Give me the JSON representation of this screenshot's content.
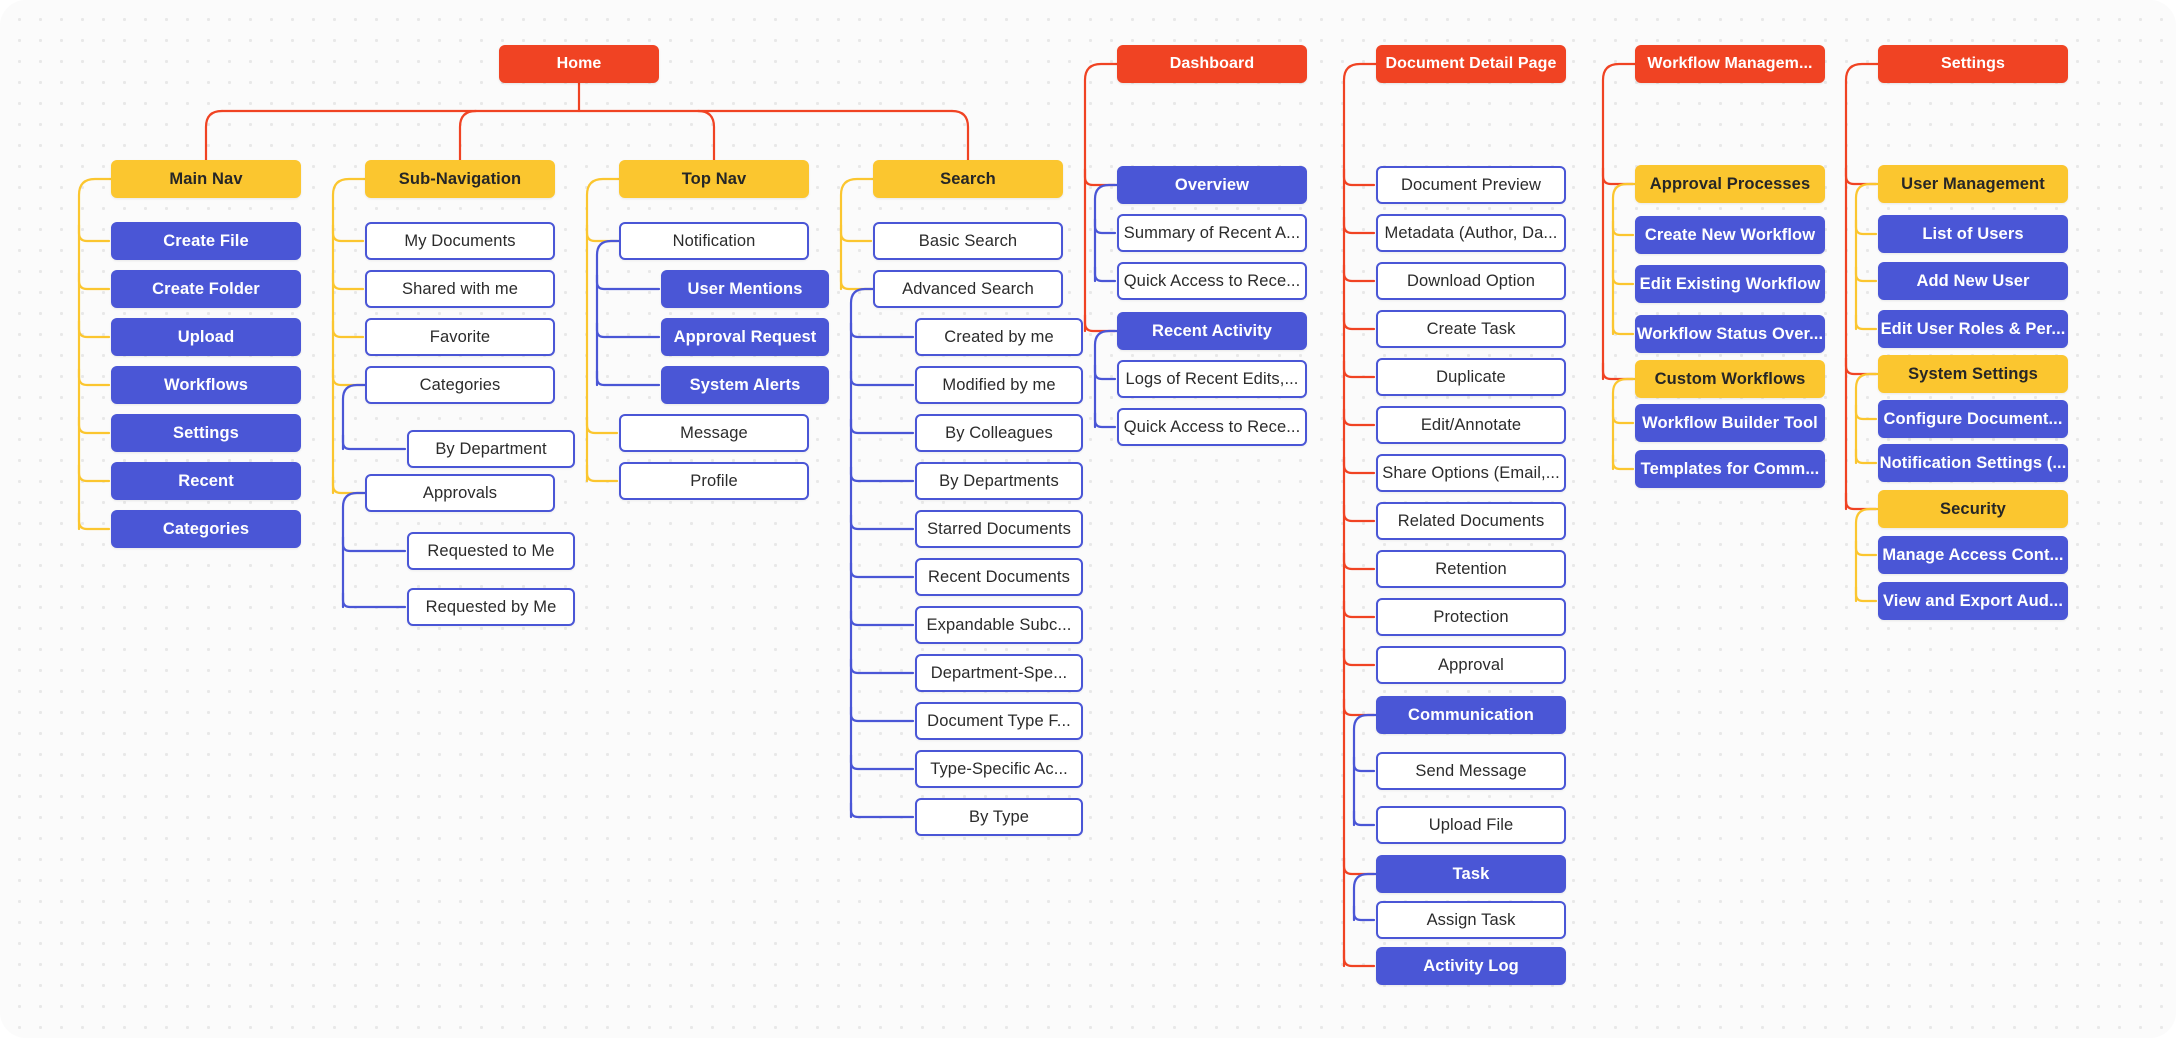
{
  "colors": {
    "root": "#f04323",
    "yellow": "#fbc62f",
    "blue": "#4a56d6",
    "white": "#ffffff",
    "edge_red": "#f04323",
    "edge_yellow": "#fbc62f",
    "edge_blue": "#4a56d6",
    "canvas": "#fbfbfb"
  },
  "root": {
    "label": "Home"
  },
  "columns": [
    {
      "id": "main-nav",
      "header": {
        "label": "Main Nav",
        "style": "yellow"
      },
      "items": [
        {
          "label": "Create File",
          "style": "blue"
        },
        {
          "label": "Create Folder",
          "style": "blue"
        },
        {
          "label": "Upload",
          "style": "blue"
        },
        {
          "label": "Workflows",
          "style": "blue"
        },
        {
          "label": "Settings",
          "style": "blue"
        },
        {
          "label": "Recent",
          "style": "blue"
        },
        {
          "label": "Categories",
          "style": "blue"
        }
      ]
    },
    {
      "id": "sub-navigation",
      "header": {
        "label": "Sub-Navigation",
        "style": "yellow"
      },
      "items": [
        {
          "label": "My Documents",
          "style": "white"
        },
        {
          "label": "Shared with me",
          "style": "white"
        },
        {
          "label": "Favorite",
          "style": "white"
        },
        {
          "label": "Categories",
          "style": "white"
        },
        {
          "label": "By Department",
          "style": "white",
          "indent": 1
        },
        {
          "label": "Approvals",
          "style": "white"
        },
        {
          "label": "Requested to Me",
          "style": "white",
          "indent": 1
        },
        {
          "label": "Requested by Me",
          "style": "white",
          "indent": 1
        }
      ]
    },
    {
      "id": "top-nav",
      "header": {
        "label": "Top Nav",
        "style": "yellow"
      },
      "items": [
        {
          "label": "Notification",
          "style": "white"
        },
        {
          "label": "User Mentions",
          "style": "blue",
          "indent": 1
        },
        {
          "label": "Approval Request",
          "style": "blue",
          "indent": 1
        },
        {
          "label": "System Alerts",
          "style": "blue",
          "indent": 1
        },
        {
          "label": "Message",
          "style": "white"
        },
        {
          "label": "Profile",
          "style": "white"
        }
      ]
    },
    {
      "id": "search",
      "header": {
        "label": "Search",
        "style": "yellow"
      },
      "items": [
        {
          "label": "Basic Search",
          "style": "white"
        },
        {
          "label": "Advanced Search",
          "style": "white"
        },
        {
          "label": "Created by me",
          "style": "white",
          "indent": 1
        },
        {
          "label": "Modified by me",
          "style": "white",
          "indent": 1
        },
        {
          "label": "By Colleagues",
          "style": "white",
          "indent": 1
        },
        {
          "label": "By Departments",
          "style": "white",
          "indent": 1
        },
        {
          "label": "Starred Documents",
          "style": "white",
          "indent": 1
        },
        {
          "label": "Recent Documents",
          "style": "white",
          "indent": 1
        },
        {
          "label": "Expandable Subc...",
          "style": "white",
          "indent": 1
        },
        {
          "label": "Department-Spe...",
          "style": "white",
          "indent": 1
        },
        {
          "label": "Document Type F...",
          "style": "white",
          "indent": 1
        },
        {
          "label": "Type-Specific Ac...",
          "style": "white",
          "indent": 1
        },
        {
          "label": "By Type",
          "style": "white",
          "indent": 1
        }
      ]
    },
    {
      "id": "dashboard",
      "header": {
        "label": "Dashboard",
        "style": "root"
      },
      "items": [
        {
          "label": "Overview",
          "style": "blue"
        },
        {
          "label": "Summary of Recent A...",
          "style": "white",
          "indent": 1
        },
        {
          "label": "Quick Access to Rece...",
          "style": "white",
          "indent": 1
        },
        {
          "label": "Recent Activity",
          "style": "blue"
        },
        {
          "label": "Logs of Recent Edits,...",
          "style": "white",
          "indent": 1
        },
        {
          "label": "Quick Access to Rece...",
          "style": "white",
          "indent": 1
        }
      ]
    },
    {
      "id": "document-detail-page",
      "header": {
        "label": "Document Detail Page",
        "style": "root"
      },
      "items": [
        {
          "label": "Document Preview",
          "style": "white"
        },
        {
          "label": "Metadata (Author, Da...",
          "style": "white"
        },
        {
          "label": "Download Option",
          "style": "white"
        },
        {
          "label": "Create Task",
          "style": "white"
        },
        {
          "label": "Duplicate",
          "style": "white"
        },
        {
          "label": "Edit/Annotate",
          "style": "white"
        },
        {
          "label": "Share Options (Email,...",
          "style": "white"
        },
        {
          "label": "Related Documents",
          "style": "white"
        },
        {
          "label": "Retention",
          "style": "white"
        },
        {
          "label": "Protection",
          "style": "white"
        },
        {
          "label": "Approval",
          "style": "white"
        },
        {
          "label": "Communication",
          "style": "blue"
        },
        {
          "label": "Send Message",
          "style": "white",
          "indent": 1
        },
        {
          "label": "Upload File",
          "style": "white",
          "indent": 1
        },
        {
          "label": "Task",
          "style": "blue"
        },
        {
          "label": "Assign Task",
          "style": "white",
          "indent": 1
        },
        {
          "label": "Activity Log",
          "style": "blue"
        }
      ]
    },
    {
      "id": "workflow-management",
      "header": {
        "label": "Workflow Managem...",
        "style": "root"
      },
      "items": [
        {
          "label": "Approval Processes",
          "style": "yellow"
        },
        {
          "label": "Create New Workflow",
          "style": "blue",
          "indent": 1
        },
        {
          "label": "Edit Existing Workflow",
          "style": "blue",
          "indent": 1
        },
        {
          "label": "Workflow Status Over...",
          "style": "blue",
          "indent": 1
        },
        {
          "label": "Custom Workflows",
          "style": "yellow"
        },
        {
          "label": "Workflow Builder Tool",
          "style": "blue",
          "indent": 1
        },
        {
          "label": "Templates for Comm...",
          "style": "blue",
          "indent": 1
        }
      ]
    },
    {
      "id": "settings",
      "header": {
        "label": "Settings",
        "style": "root"
      },
      "items": [
        {
          "label": "User Management",
          "style": "yellow"
        },
        {
          "label": "List of Users",
          "style": "blue",
          "indent": 1
        },
        {
          "label": "Add New User",
          "style": "blue",
          "indent": 1
        },
        {
          "label": "Edit User Roles & Per...",
          "style": "blue",
          "indent": 1
        },
        {
          "label": "System Settings",
          "style": "yellow"
        },
        {
          "label": "Configure Document...",
          "style": "blue",
          "indent": 1
        },
        {
          "label": "Notification Settings (...",
          "style": "blue",
          "indent": 1
        },
        {
          "label": "Security",
          "style": "yellow"
        },
        {
          "label": "Manage Access Cont...",
          "style": "blue",
          "indent": 1
        },
        {
          "label": "View and Export Aud...",
          "style": "blue",
          "indent": 1
        }
      ]
    }
  ]
}
